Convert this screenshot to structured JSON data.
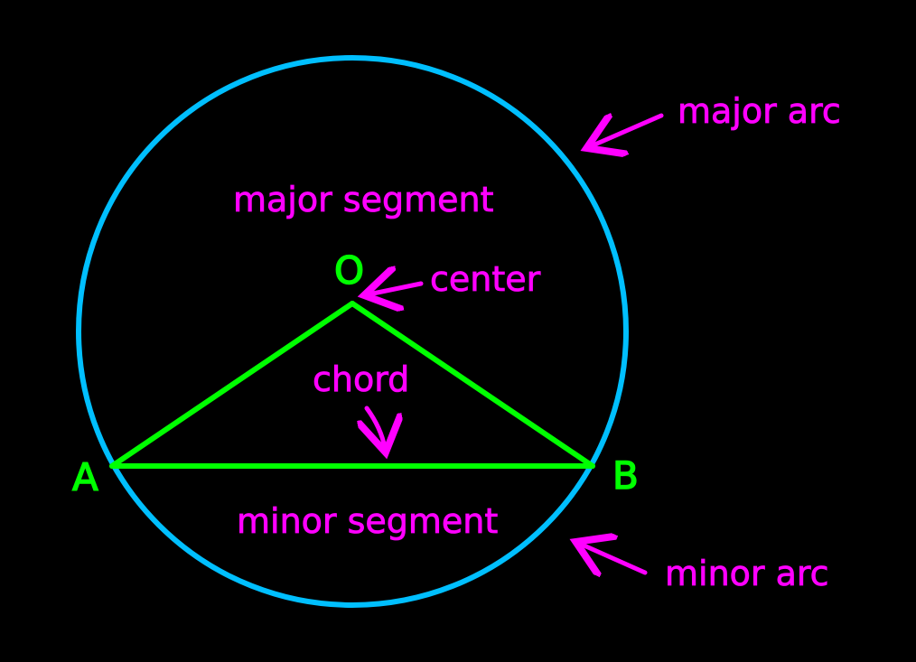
{
  "colors": {
    "background": "#000000",
    "circle": "#00bfff",
    "chord_and_radii": "#00ff00",
    "labels": "#ff00ff",
    "point_labels": "#00ff00"
  },
  "points": {
    "a": "A",
    "b": "B",
    "o": "O"
  },
  "labels": {
    "major_arc": "major arc",
    "major_segment": "major segment",
    "center": "center",
    "chord": "chord",
    "minor_segment": "minor segment",
    "minor_arc": "minor arc"
  }
}
